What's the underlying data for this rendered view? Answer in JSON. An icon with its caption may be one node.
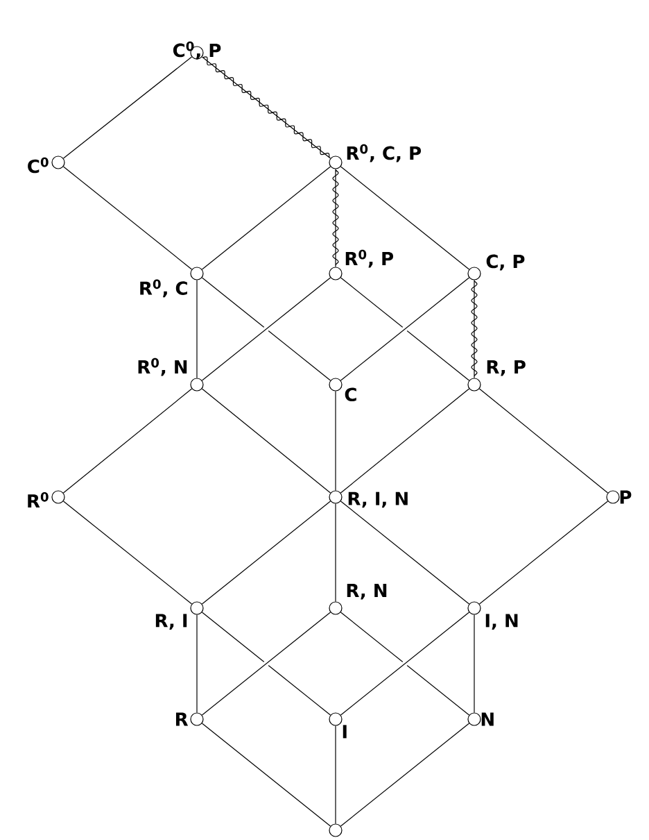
{
  "diagram": {
    "nodes": [
      {
        "text": [
          "C$^{0}$, P"
        ]
      },
      {
        "text": [
          "C$^{0}$"
        ]
      },
      {
        "text": [
          "R$^{0}$, C, P"
        ]
      },
      {
        "text": [
          "R$^{0}$, C"
        ]
      },
      {
        "text": [
          "R$^{0}$, P"
        ]
      },
      {
        "text": [
          "C, P"
        ]
      },
      {
        "text": [
          "R$^{0}$, N"
        ]
      },
      {
        "text": [
          "C"
        ]
      },
      {
        "text": [
          "R, P"
        ]
      },
      {
        "text": [
          "R$^{0}$"
        ]
      },
      {
        "text": [
          "R, I, N"
        ]
      },
      {
        "text": [
          "P"
        ]
      },
      {
        "text": [
          "R, I"
        ]
      },
      {
        "text": [
          "R, N"
        ]
      },
      {
        "text": [
          "I, N"
        ]
      },
      {
        "text": [
          "R"
        ]
      },
      {
        "text": [
          "I"
        ]
      },
      {
        "text": [
          "N"
        ]
      },
      {
        "text": [],
        "shape": "circle"
      }
    ],
    "edges": [
      {
        "from": 0,
        "to": 1,
        "arrow": "none"
      },
      {
        "from": 0,
        "to": 2,
        "arrow": "none"
      },
      {
        "from": 1,
        "to": 3,
        "arrow": "none"
      },
      {
        "from": 2,
        "to": 3,
        "arrow": "none"
      },
      {
        "from": 2,
        "to": 4,
        "arrow": "none"
      },
      {
        "from": 2,
        "to": 5,
        "arrow": "none"
      },
      {
        "from": 3,
        "to": 6,
        "arrow": "none"
      },
      {
        "from": 3,
        "to": 7,
        "arrow": "none"
      },
      {
        "from": 4,
        "to": 6,
        "arrow": "none"
      },
      {
        "from": 4,
        "to": 8,
        "arrow": "none"
      },
      {
        "from": 5,
        "to": 7,
        "arrow": "none"
      },
      {
        "from": 5,
        "to": 8,
        "arrow": "none"
      },
      {
        "from": 6,
        "to": 9,
        "arrow": "none"
      },
      {
        "from": 6,
        "to": 10,
        "arrow": "none"
      },
      {
        "from": 7,
        "to": 10,
        "arrow": "none"
      },
      {
        "from": 8,
        "to": 10,
        "arrow": "none"
      },
      {
        "from": 8,
        "to": 11,
        "arrow": "none"
      },
      {
        "from": 9,
        "to": 12,
        "arrow": "none"
      },
      {
        "from": 10,
        "to": 12,
        "arrow": "none"
      },
      {
        "from": 10,
        "to": 13,
        "arrow": "none"
      },
      {
        "from": 10,
        "to": 14,
        "arrow": "none"
      },
      {
        "from": 11,
        "to": 14,
        "arrow": "none"
      },
      {
        "from": 12,
        "to": 15,
        "arrow": "none"
      },
      {
        "from": 12,
        "to": 16,
        "arrow": "none"
      },
      {
        "from": 13,
        "to": 15,
        "arrow": "none"
      },
      {
        "from": 13,
        "to": 17,
        "arrow": "none"
      },
      {
        "from": 14,
        "to": 16,
        "arrow": "none"
      },
      {
        "from": 14,
        "to": 17,
        "arrow": "none"
      },
      {
        "from": 15,
        "to": 18,
        "arrow": "none"
      },
      {
        "from": 16,
        "to": 18,
        "arrow": "none"
      },
      {
        "from": 17,
        "to": 18,
        "arrow": "none"
      }
    ]
  }
}
